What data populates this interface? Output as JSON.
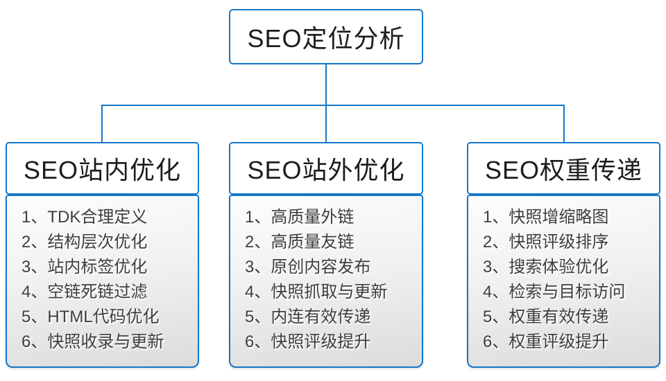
{
  "colors": {
    "accent": "#1575c8",
    "title-text": "#1c1c1c",
    "list-text": "#3d3d3d",
    "panel-top": "#fdfdfd",
    "panel-bottom": "#dcdcdc"
  },
  "root": {
    "title": "SEO定位分析"
  },
  "columns": [
    {
      "title": "SEO站内优化",
      "items": [
        "1、TDK合理定义",
        "2、结构层次优化",
        "3、站内标签优化",
        "4、空链死链过滤",
        "5、HTML代码优化",
        "6、快照收录与更新"
      ]
    },
    {
      "title": "SEO站外优化",
      "items": [
        "1、高质量外链",
        "2、高质量友链",
        "3、原创内容发布",
        "4、快照抓取与更新",
        "5、内连有效传递",
        "6、快照评级提升"
      ]
    },
    {
      "title": "SEO权重传递",
      "items": [
        "1、快照增缩略图",
        "2、快照评级排序",
        "3、搜索体验优化",
        "4、检索与目标访问",
        "5、权重有效传递",
        "6、权重评级提升"
      ]
    }
  ]
}
